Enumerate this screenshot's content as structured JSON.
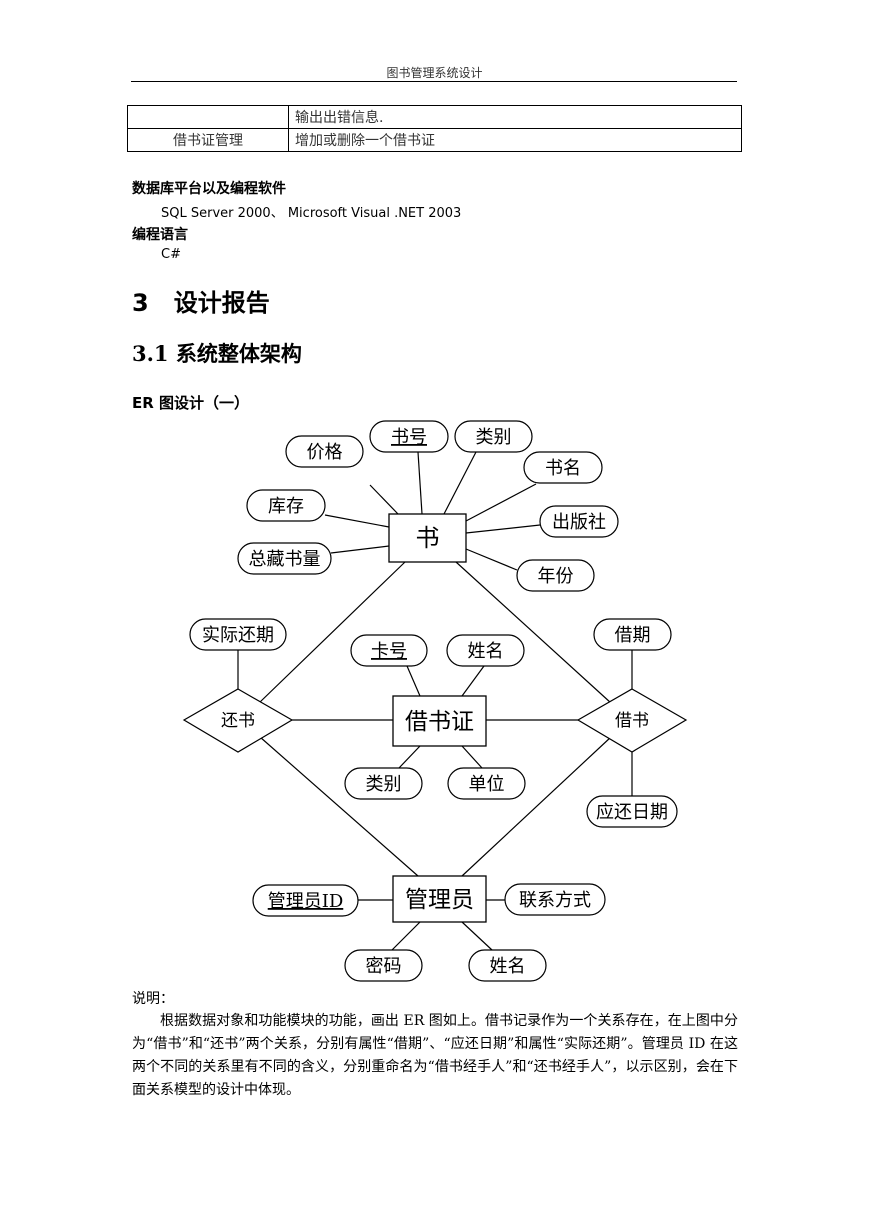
{
  "header": {
    "title": "图书管理系统设计"
  },
  "table": {
    "rows": [
      {
        "name": "",
        "desc": "输出出错信息."
      },
      {
        "name": "借书证管理",
        "desc": "增加或删除一个借书证"
      }
    ]
  },
  "sections": {
    "platform_heading": "数据库平台以及编程软件",
    "platform_value": "SQL Server 2000、 Microsoft Visual .NET 2003",
    "language_heading": "编程语言",
    "language_value": "C#",
    "chapter_title": "3   设计报告",
    "section_title": "3.1 系统整体架构",
    "er_heading": "ER 图设计（一）"
  },
  "er": {
    "entities": {
      "book": "书",
      "card": "借书证",
      "admin": "管理员"
    },
    "relations": {
      "return": "还书",
      "borrow": "借书"
    },
    "book_attrs": {
      "isbn": "书号",
      "category": "类别",
      "price": "价格",
      "title": "书名",
      "stock": "库存",
      "publisher": "出版社",
      "total": "总藏书量",
      "year": "年份"
    },
    "card_attrs": {
      "cardno": "卡号",
      "name": "姓名",
      "category": "类别",
      "unit": "单位"
    },
    "return_attrs": {
      "actual_date": "实际还期"
    },
    "borrow_attrs": {
      "borrow_date": "借期",
      "due_date": "应还日期"
    },
    "admin_attrs": {
      "id": "管理员ID",
      "contact": "联系方式",
      "password": "密码",
      "name": "姓名"
    }
  },
  "note": {
    "label": "说明：",
    "lines": [
      "根据数据对象和功能模块的功能，画出 ER 图如上。借书记录作为一个关系存在，在上图中分为“借书”和“还书”两个关系，分别有属性“借期”、“应还日期”和属性“实际还期”。管理员 ID 在这两个不同的关系里有不同的含义，分别重命名为“借书经手人”和“还书经手人”，以示区别，会在下面关系模型的设计中体现。"
    ]
  }
}
